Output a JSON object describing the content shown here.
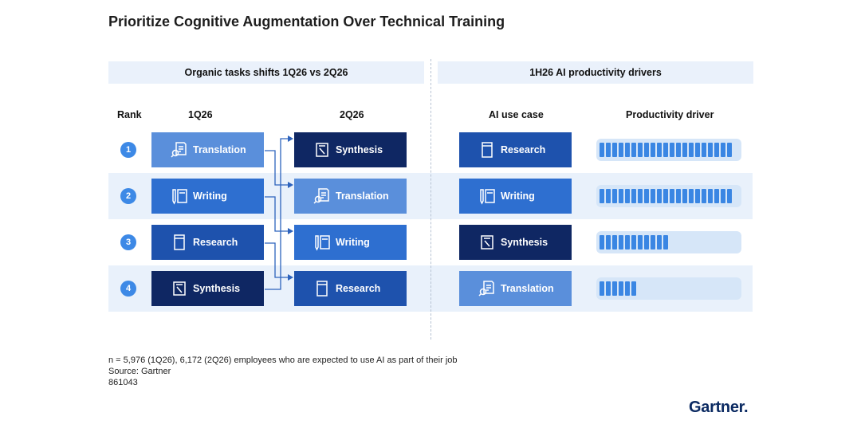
{
  "title": "Prioritize Cognitive Augmentation Over Technical Training",
  "left_header": "Organic tasks shifts 1Q26 vs 2Q26",
  "right_header": "1H26 AI productivity drivers",
  "columns": {
    "rank": "Rank",
    "q1": "1Q26",
    "q2": "2Q26",
    "usecase": "AI use case",
    "driver": "Productivity driver"
  },
  "ranks": [
    "1",
    "2",
    "3",
    "4"
  ],
  "colors": {
    "translation": "#5a8fdb",
    "writing": "#2e6fd0",
    "research": "#1e52ad",
    "synthesis": "#0f2763",
    "band": "#e9f1fb",
    "bar": "#3a86e3",
    "track": "#d6e6f8"
  },
  "q1_tasks": [
    {
      "label": "Translation",
      "icon": "translation-icon",
      "kind": "translation"
    },
    {
      "label": "Writing",
      "icon": "writing-icon",
      "kind": "writing"
    },
    {
      "label": "Research",
      "icon": "research-icon",
      "kind": "research"
    },
    {
      "label": "Synthesis",
      "icon": "synthesis-icon",
      "kind": "synthesis"
    }
  ],
  "q2_tasks": [
    {
      "label": "Synthesis",
      "icon": "synthesis-icon",
      "kind": "synthesis"
    },
    {
      "label": "Translation",
      "icon": "translation-icon",
      "kind": "translation"
    },
    {
      "label": "Writing",
      "icon": "writing-icon",
      "kind": "writing"
    },
    {
      "label": "Research",
      "icon": "research-icon",
      "kind": "research"
    }
  ],
  "usecases": [
    {
      "label": "Research",
      "icon": "research-icon",
      "kind": "research"
    },
    {
      "label": "Writing",
      "icon": "writing-icon",
      "kind": "writing"
    },
    {
      "label": "Synthesis",
      "icon": "synthesis-icon",
      "kind": "synthesis"
    },
    {
      "label": "Translation",
      "icon": "translation-icon",
      "kind": "translation"
    }
  ],
  "driver_fraction": [
    0.95,
    0.95,
    0.48,
    0.25
  ],
  "footnote": "n = 5,976 (1Q26), 6,172 (2Q26) employees who are expected to use AI as part of their job",
  "source": "Source: Gartner",
  "id": "861043",
  "logo": "Gartner."
}
